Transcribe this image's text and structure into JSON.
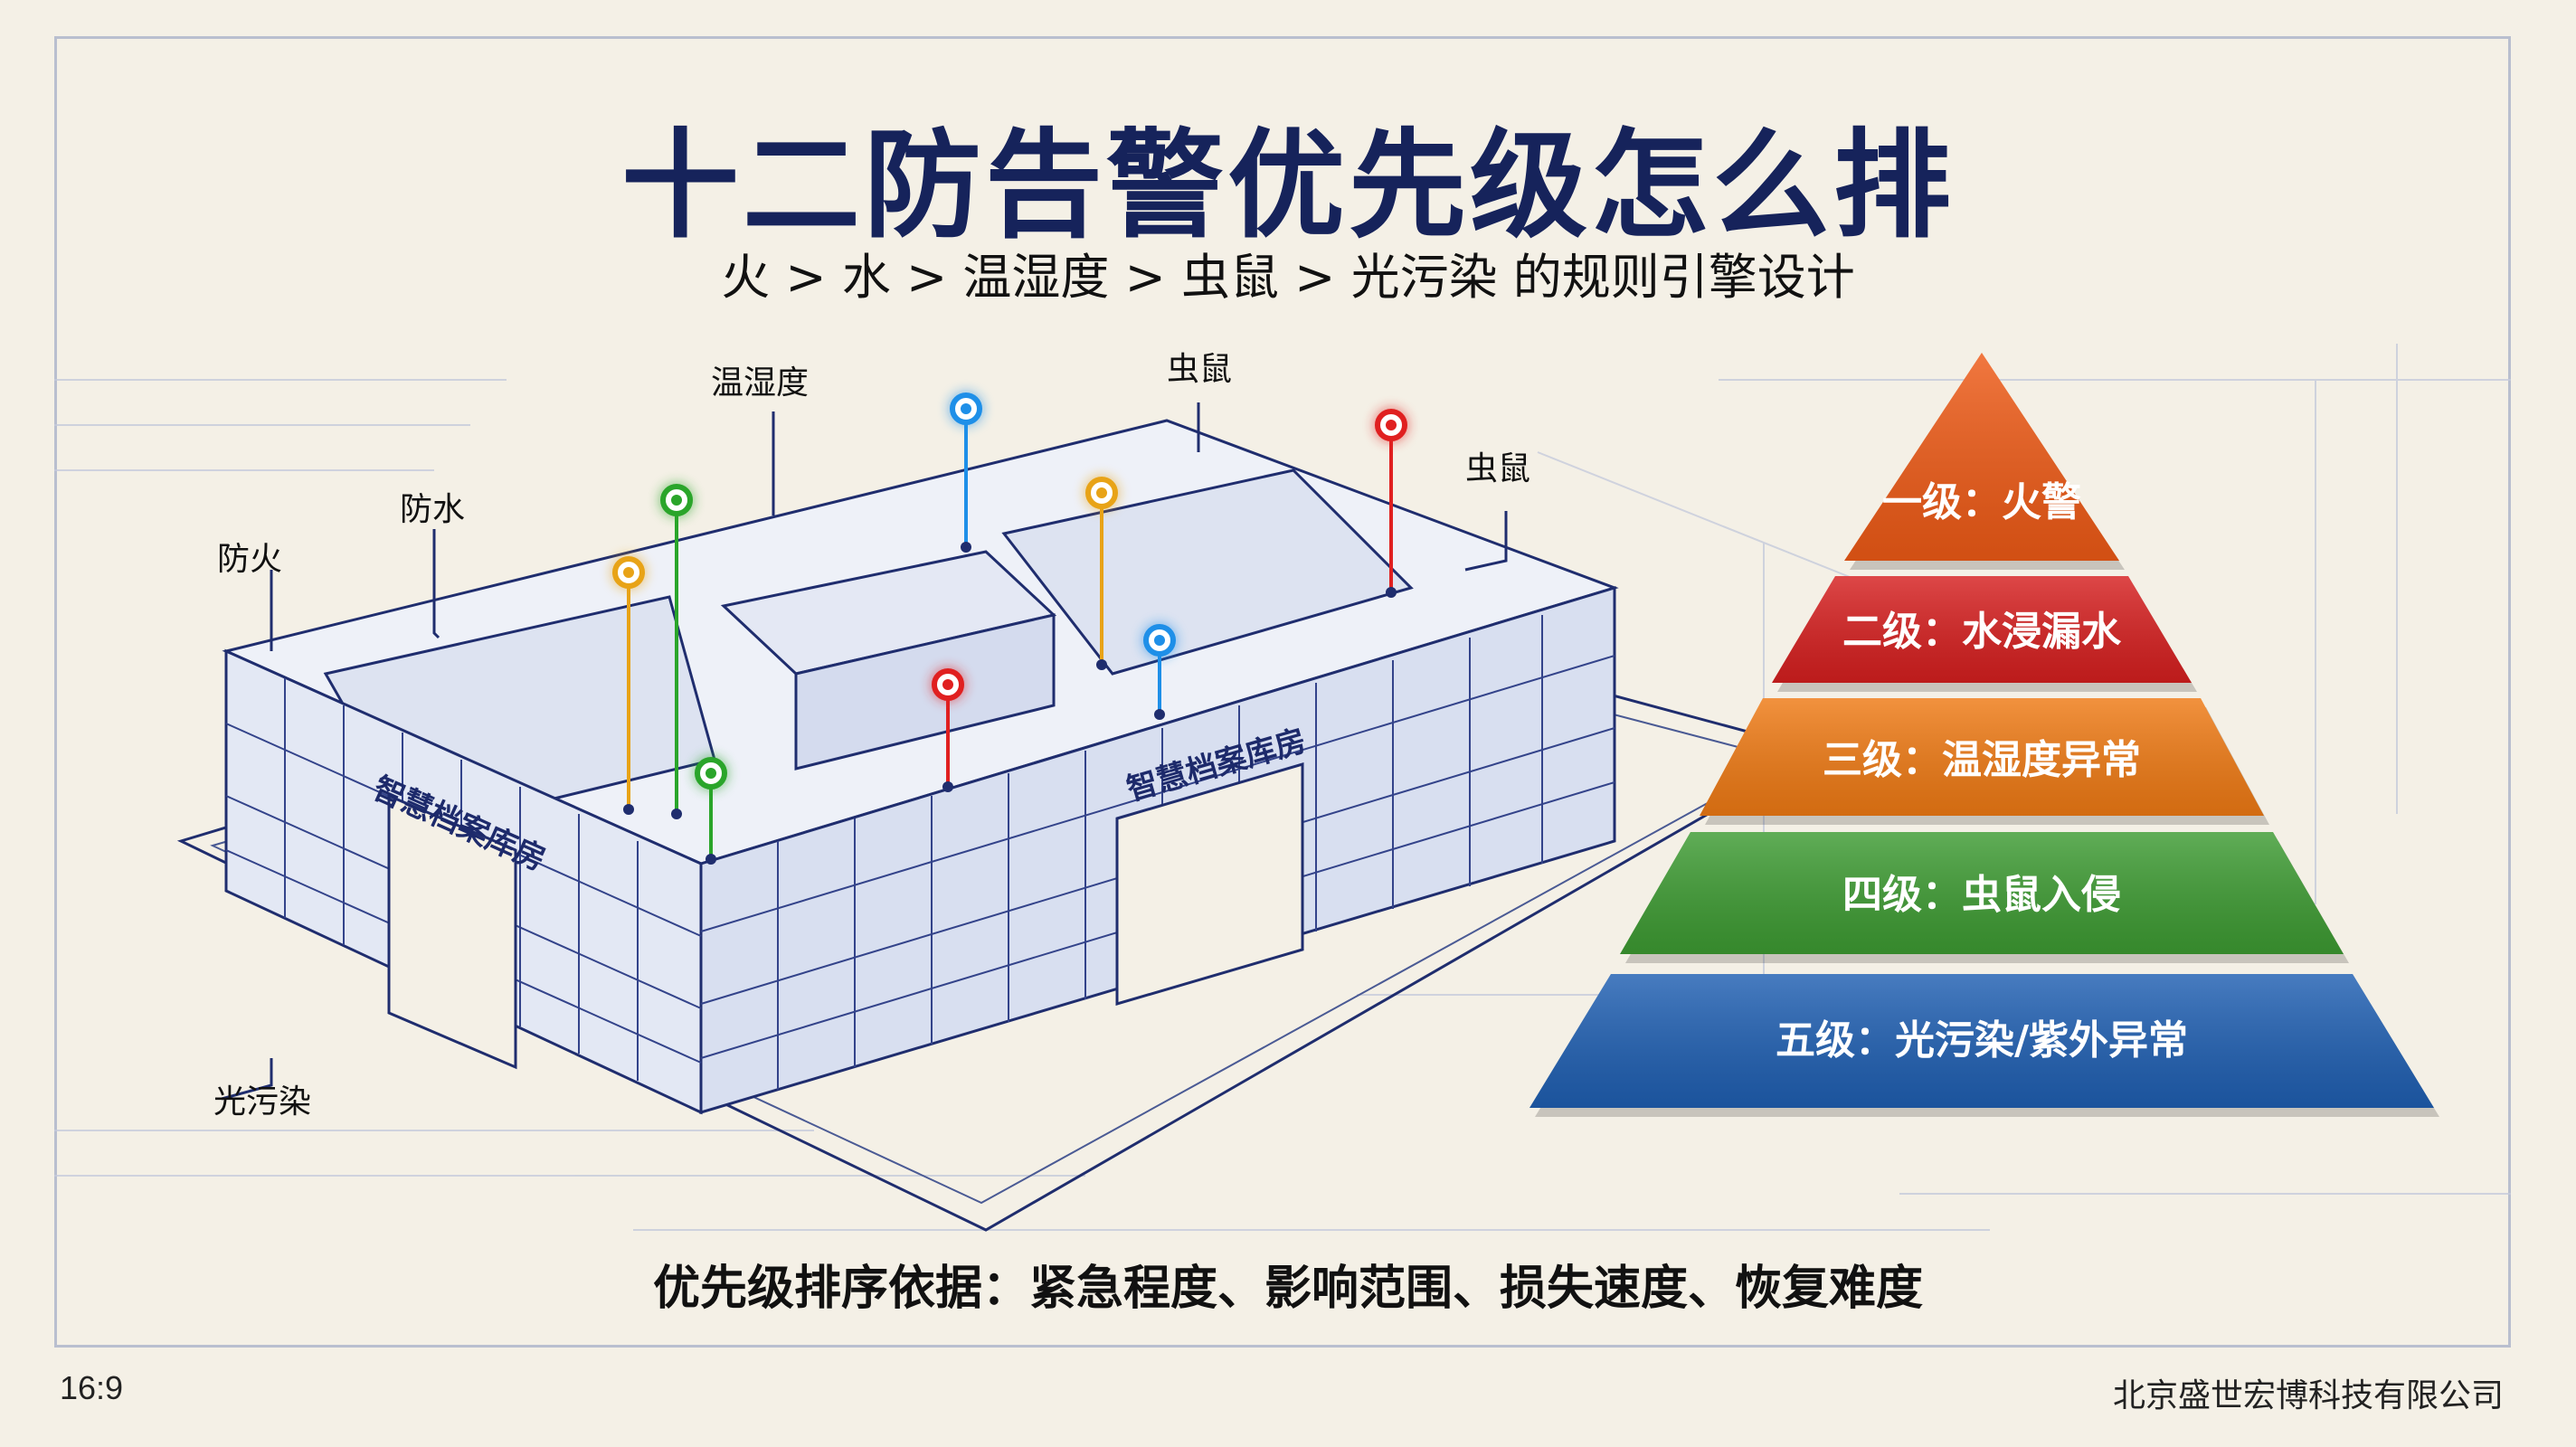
{
  "title": "十二防告警优先级怎么排",
  "subtitle": "火 > 水 > 温湿度 > 虫鼠 > 光污染 的规则引擎设计",
  "building": {
    "name_left": "智慧档案库房",
    "name_front": "智慧档案库房",
    "labels": {
      "fire": "防火",
      "water": "防水",
      "humidity": "温湿度",
      "pest_top": "虫鼠",
      "pest_right": "虫鼠",
      "light": "光污染"
    },
    "pin_colors": {
      "green": "#2aa52a",
      "yellow": "#e8a317",
      "blue": "#1e8fe8",
      "red": "#e02020"
    }
  },
  "pyramid": {
    "tiers": [
      {
        "label": "一级：火警",
        "color": "#ee5a16"
      },
      {
        "label": "二级：水浸漏水",
        "color": "#d61f1f"
      },
      {
        "label": "三级：温湿度异常",
        "color": "#ef7a14"
      },
      {
        "label": "四级：虫鼠入侵",
        "color": "#3d9b32"
      },
      {
        "label": "五级：光污染/紫外异常",
        "color": "#1f5fb2"
      }
    ]
  },
  "basis": "优先级排序依据：紧急程度、影响范围、损失速度、恢复难度",
  "footer": {
    "ratio": "16:9",
    "company": "北京盛世宏博科技有限公司"
  }
}
